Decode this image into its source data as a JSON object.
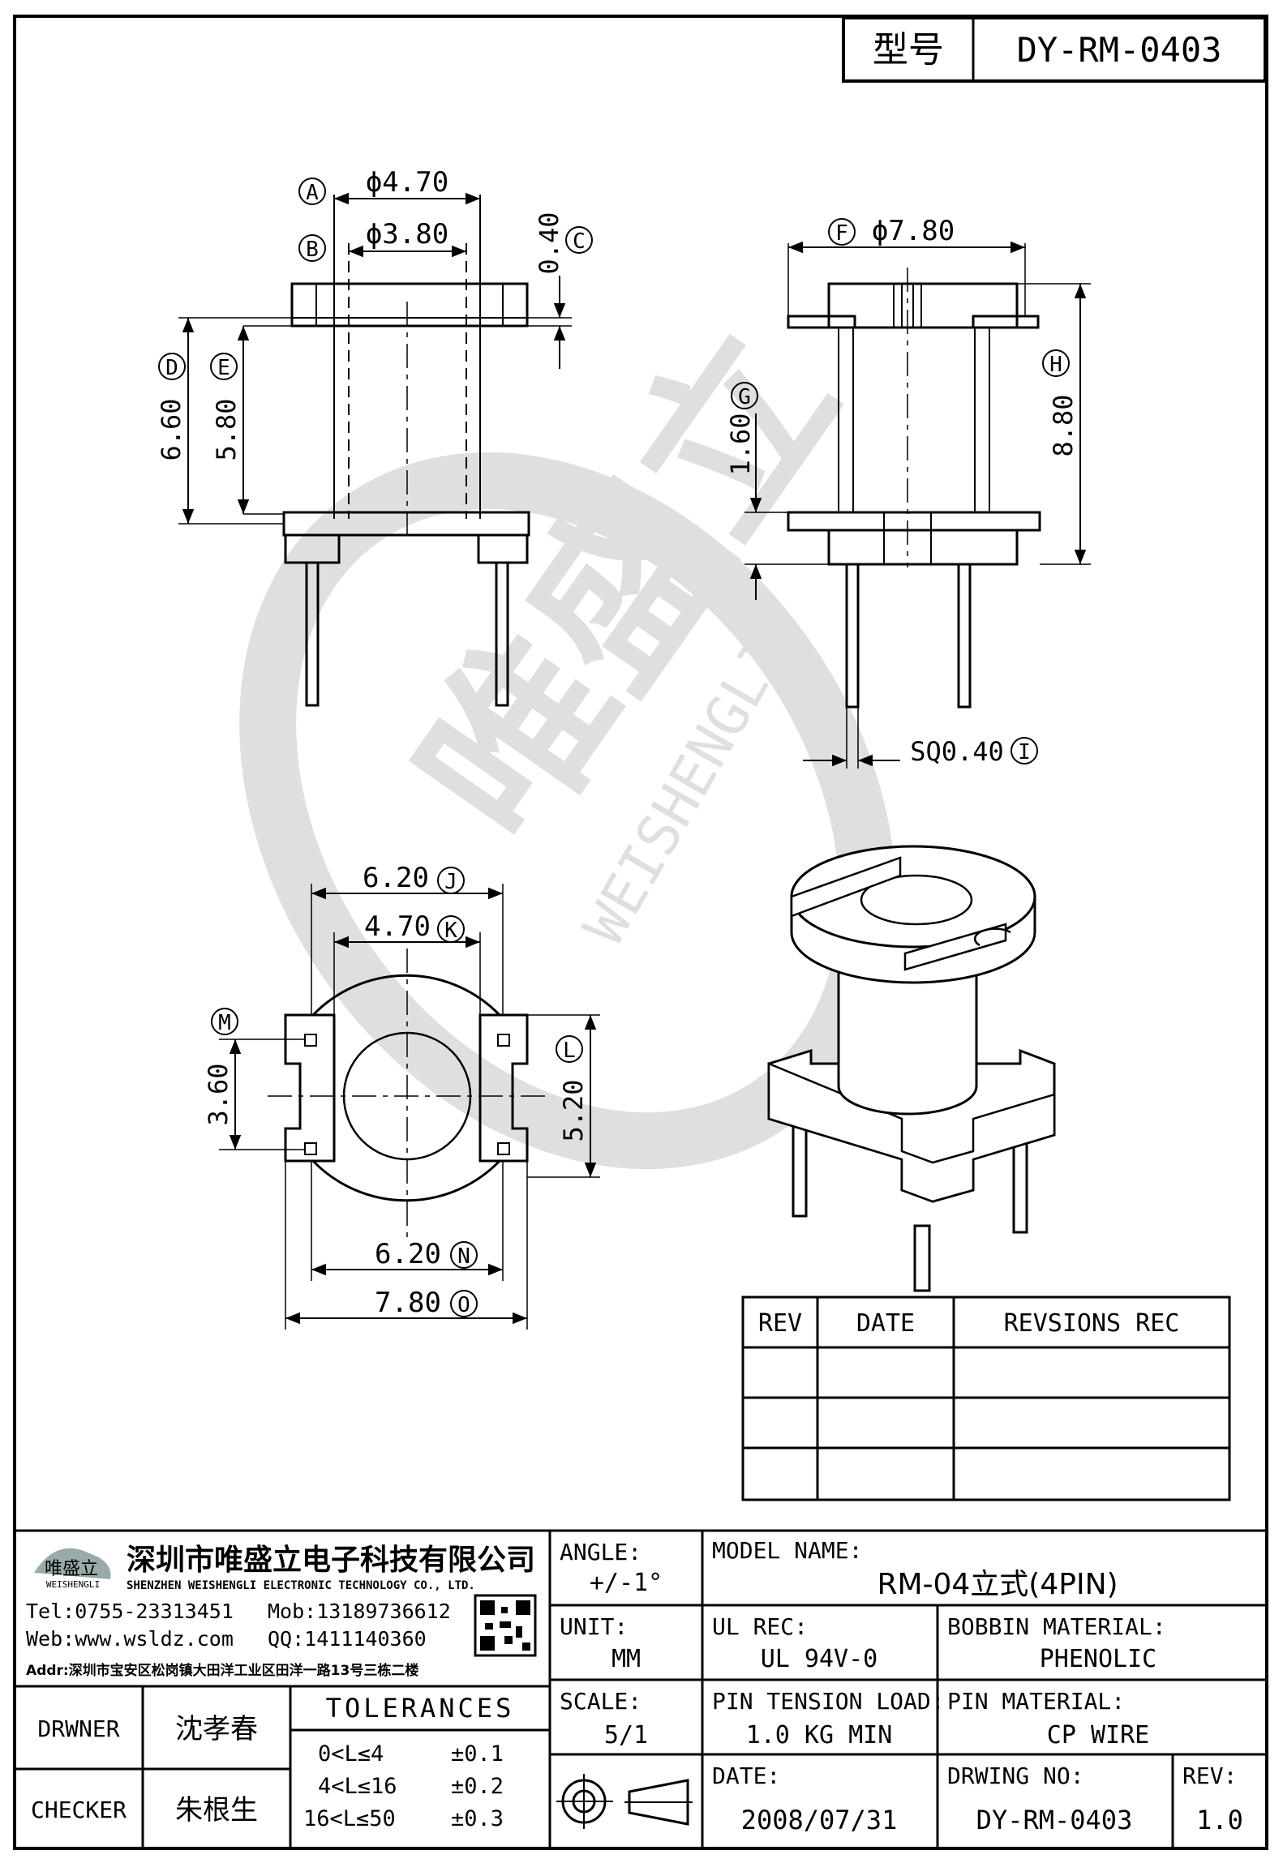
{
  "header": {
    "type_label": "型号",
    "model_code": "DY-RM-0403"
  },
  "watermark": {
    "brand_cn": "唯盛立",
    "brand_en": "WEISHENGLI"
  },
  "views": {
    "front": {
      "dim_A": "ϕ4.70",
      "dim_B": "ϕ3.80",
      "dim_C": "0.40",
      "dim_D": "6.60",
      "dim_E": "5.80",
      "mark_A": "A",
      "mark_B": "B",
      "mark_C": "C",
      "mark_D": "D",
      "mark_E": "E"
    },
    "side": {
      "dim_F": "ϕ7.80",
      "dim_G": "1.60",
      "dim_H": "8.80",
      "dim_I": "SQ0.40",
      "mark_F": "F",
      "mark_G": "G",
      "mark_H": "H",
      "mark_I": "I"
    },
    "bottom": {
      "dim_J": "6.20",
      "dim_K": "4.70",
      "dim_L": "5.20",
      "dim_M": "3.60",
      "dim_N": "6.20",
      "dim_O": "7.80",
      "mark_J": "J",
      "mark_K": "K",
      "mark_L": "L",
      "mark_M": "M",
      "mark_N": "N",
      "mark_O": "O"
    }
  },
  "revision_table": {
    "headers": [
      "REV",
      "DATE",
      "REVSIONS REC"
    ],
    "rows": [
      [
        "",
        "",
        ""
      ],
      [
        "",
        "",
        ""
      ],
      [
        "",
        "",
        ""
      ]
    ]
  },
  "title_block": {
    "company_cn": "深圳市唯盛立电子科技有限公司",
    "company_en": "SHENZHEN WEISHENGLI ELECTRONIC TECHNOLOGY CO., LTD.",
    "logo_text": "唯盛立",
    "logo_sub": "WEISHENGLI",
    "tel": "Tel:0755-23313451",
    "mob": "Mob:13189736612",
    "web": "Web:www.wsldz.com",
    "qq": "QQ:1411140360",
    "addr": "Addr:深圳市宝安区松岗镇大田洋工业区田洋一路13号三栋二楼",
    "angle_label": "ANGLE:",
    "angle_value": "+/-1°",
    "unit_label": "UNIT:",
    "unit_value": "MM",
    "scale_label": "SCALE:",
    "scale_value": "5/1",
    "model_name_label": "MODEL NAME:",
    "model_name_value": "RM-04立式(4PIN)",
    "ul_label": "UL REC:",
    "ul_value": "UL 94V-0",
    "bobbin_label": "BOBBIN MATERIAL:",
    "bobbin_value": "PHENOLIC",
    "pin_tension_label": "PIN TENSION LOAD:",
    "pin_tension_value": "1.0 KG MIN",
    "pin_material_label": "PIN MATERIAL:",
    "pin_material_value": "CP WIRE",
    "date_label": "DATE:",
    "date_value": "2008/07/31",
    "drawing_no_label": "DRWING NO:",
    "drawing_no_value": "DY-RM-0403",
    "rev_label": "REV:",
    "rev_value": "1.0",
    "drawer_label": "DRWNER",
    "drawer_name": "沈孝春",
    "checker_label": "CHECKER",
    "checker_name": "朱根生",
    "tolerances_title": "TOLERANCES",
    "tolerances": [
      {
        "range": "0<L≤4",
        "value": "±0.1"
      },
      {
        "range": "4<L≤16",
        "value": "±0.2"
      },
      {
        "range": "16<L≤50",
        "value": "±0.3"
      }
    ]
  }
}
